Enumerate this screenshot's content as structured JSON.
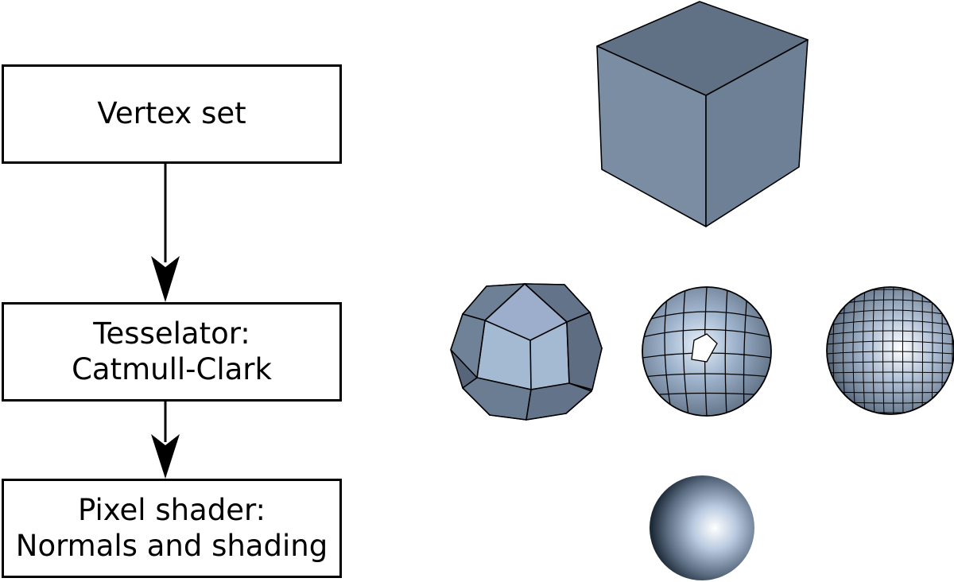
{
  "pipeline": {
    "stages": [
      {
        "lines": [
          "Vertex set"
        ]
      },
      {
        "lines": [
          "Tesselator:",
          "Catmull-Clark"
        ]
      },
      {
        "lines": [
          "Pixel shader:",
          "Normals and shading"
        ]
      }
    ]
  },
  "illustrations": {
    "items": [
      "cube-mesh-icon",
      "subdivision-level-1-icon",
      "subdivision-level-2-icon",
      "subdivision-level-3-icon",
      "smooth-shaded-sphere-icon"
    ],
    "colors": {
      "mesh_base": "#6e8296",
      "mesh_light": "#a9c0da",
      "mesh_dark": "#56657a",
      "outline": "#000000"
    }
  }
}
